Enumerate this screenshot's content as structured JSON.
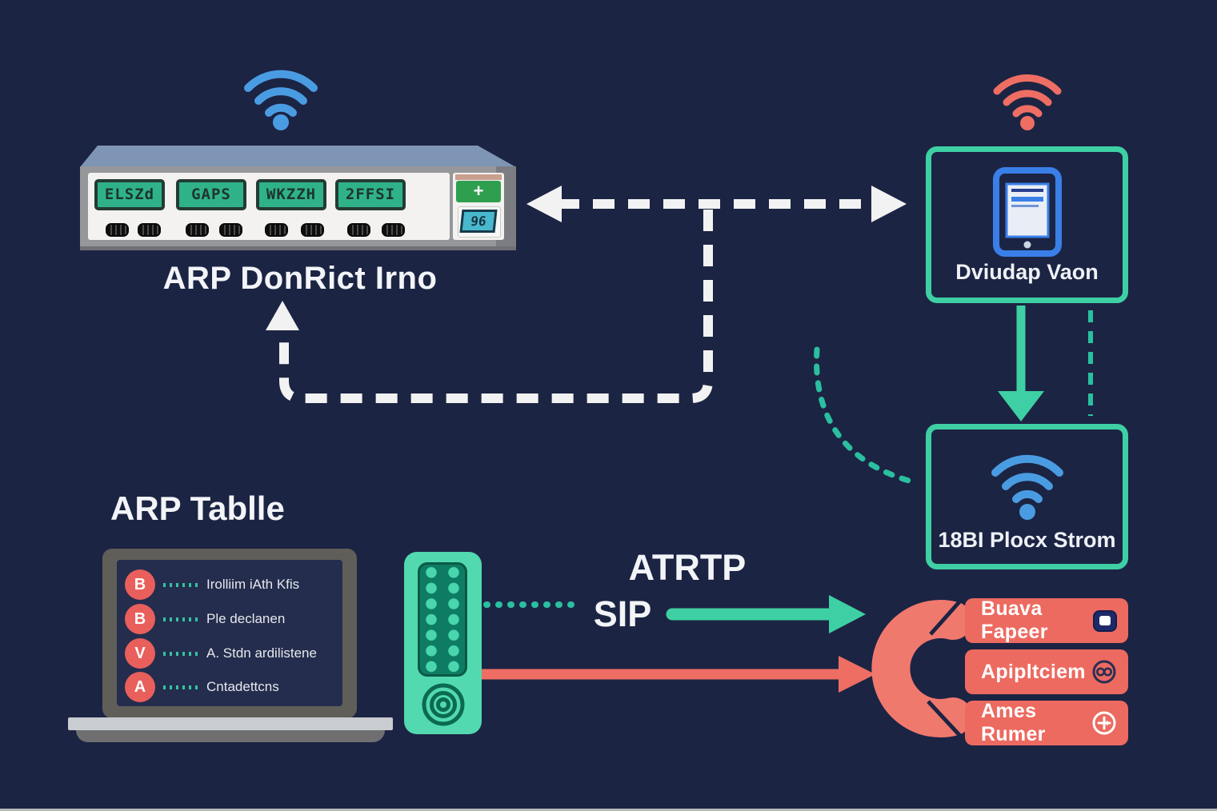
{
  "colors": {
    "background": "#1c2443",
    "accent_teal": "#3ed0a4",
    "accent_coral": "#ee6e64",
    "accent_blue": "#4a9ce2",
    "arrow_white": "#f2f2f2"
  },
  "switch": {
    "label": "ARP DonRict Irno",
    "lcd_screens": [
      "ELSZd",
      "GAPS",
      "WKZZH",
      "2FFSI"
    ],
    "plus_button": "+",
    "mini_display": "96"
  },
  "device_box": {
    "label": "Dviudap Vaon",
    "icon": "smartphone-icon"
  },
  "stream_box": {
    "label": "18BI Plocx Strom",
    "icon": "wifi-icon"
  },
  "arp_table": {
    "title": "ARP Tablle",
    "rows": [
      {
        "badge": "B",
        "text": "Irolliim iAth Kfis"
      },
      {
        "badge": "B",
        "text": "Ple declanen"
      },
      {
        "badge": "V",
        "text": "A. Stdn ardilistene"
      },
      {
        "badge": "A",
        "text": "Cntadettcns"
      }
    ]
  },
  "protocols": {
    "rtp_label": "ATRTP",
    "sip_label": "SIP"
  },
  "action_buttons": [
    {
      "label": "Buava Fapeer",
      "icon": "stop-square-icon"
    },
    {
      "label": "Apipltciem",
      "icon": "infinity-icon"
    },
    {
      "label": "Ames Rumer",
      "icon": "plus-circle-icon"
    }
  ]
}
